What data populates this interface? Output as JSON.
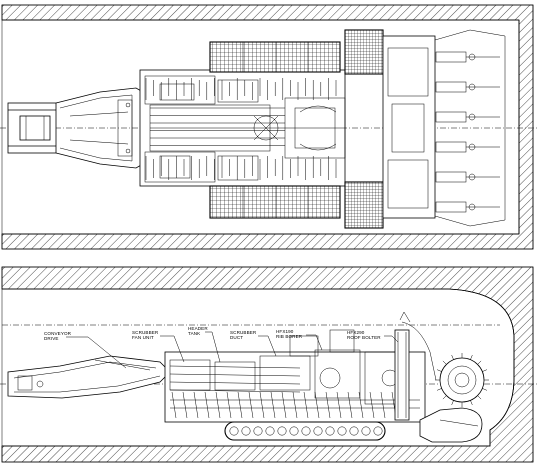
{
  "drawing": {
    "plan_view": {},
    "side_view": {
      "callouts": [
        {
          "line1": "CONVEYOR",
          "line2": "DRIVE"
        },
        {
          "line1": "SCRUBBER",
          "line2": "FAN UNIT"
        },
        {
          "line1": "HEADER",
          "line2": "TANK"
        },
        {
          "line1": "SCRUBBER",
          "line2": "DUCT"
        },
        {
          "line1": "HFX190",
          "line2": "RIB BORER"
        },
        {
          "line1": "HFX290",
          "line2": "ROOF BOLTER"
        }
      ]
    }
  }
}
